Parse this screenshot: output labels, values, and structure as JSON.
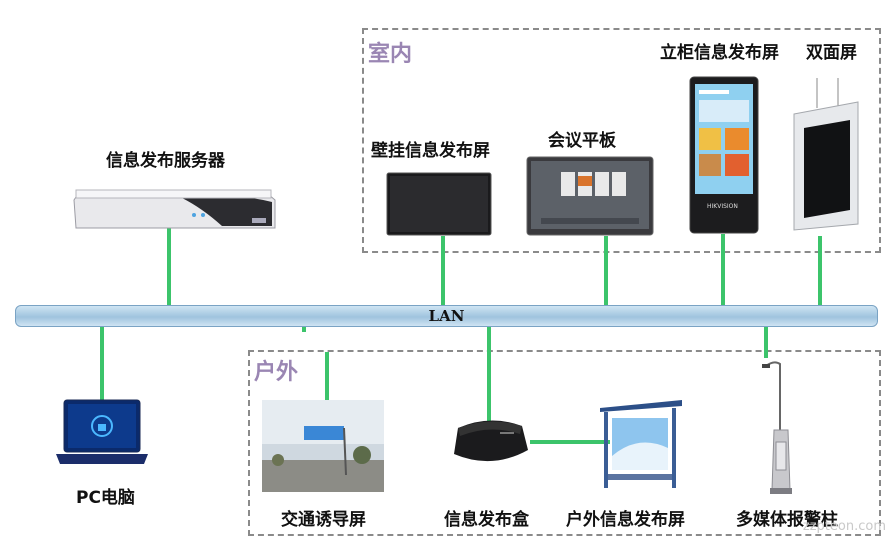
{
  "server": {
    "label": "信息发布服务器"
  },
  "network": {
    "label": "LAN"
  },
  "indoor": {
    "title": "室内",
    "devices": {
      "wall_screen": "壁挂信息发布屏",
      "meeting_panel": "会议平板",
      "standing_screen": "立柜信息发布屏",
      "double_screen": "双面屏"
    },
    "brand_text": "HIKVISION"
  },
  "outdoor": {
    "title": "户外",
    "devices": {
      "traffic_screen": "交通诱导屏",
      "publish_box": "信息发布盒",
      "outdoor_screen": "户外信息发布屏",
      "alarm_pole": "多媒体报警柱"
    }
  },
  "pc": {
    "label": "PC电脑"
  },
  "watermark": "zzpteon.com",
  "colors": {
    "link": "#3cc46b",
    "zone_title": "#9a86b3",
    "lan": "#9fc3de"
  }
}
